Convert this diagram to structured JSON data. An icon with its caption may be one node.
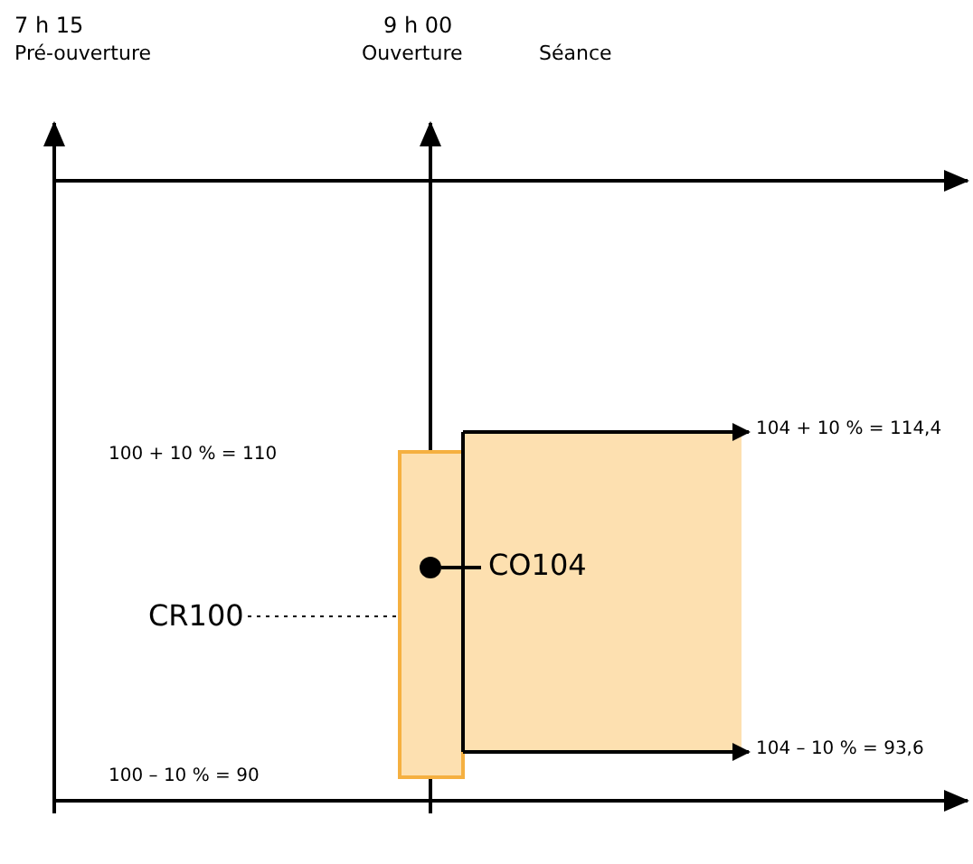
{
  "diagram": {
    "nodes": [
      {
        "text": [],
        "shape": "box"
      },
      {
        "text": [],
        "shape": "box"
      },
      {
        "text": [],
        "shape": "circle",
        "in": 0
      },
      {
        "text": [
          "CR100"
        ]
      },
      {
        "text": [
          "CO104"
        ],
        "in": 1
      },
      {
        "text": [
          "104 + 10 % = 114,4"
        ]
      },
      {
        "text": [
          "104 – 10 % = 93,6"
        ]
      }
    ],
    "edges": [
      {
        "from": 3,
        "to": 0,
        "arrow": "none",
        "style": "dashed"
      },
      {
        "from": 4,
        "to": 2,
        "arrow": "none"
      },
      {
        "from": 1,
        "to": 5,
        "arrow": "to"
      },
      {
        "from": 1,
        "to": 6,
        "arrow": "to"
      }
    ],
    "labels": [
      "7 h 15",
      "Pré-ouverture",
      "9 h 00",
      "Ouverture",
      "Séance",
      "100 + 10 % = 110",
      "100 – 10 % = 90"
    ]
  }
}
